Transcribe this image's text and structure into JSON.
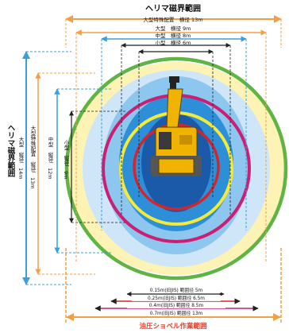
{
  "diagram": {
    "top_title": "ヘリマ磁界範囲",
    "side_title": "ヘリマ磁界範囲",
    "bottom_title": "油圧ショベル作業範囲",
    "horizontal_labels": [
      "大型特殊配置　横径 13m",
      "大型　横径 9m",
      "中型　横径 8m",
      "小型　横径 6m"
    ],
    "vertical_labels": [
      "大型　縦径　14m",
      "大型特殊配置　縦径　13m",
      "中型　縦径　12m",
      "小型　縦径　9m"
    ],
    "work_range_labels": [
      "0.15m(旧JIS) 範囲径 5m",
      "0.25m(旧JIS) 範囲径 6.5m",
      "0.4m(旧JIS) 範囲径 8.5m",
      "0.7m(旧JIS) 範囲径 13m"
    ],
    "colors": {
      "field_large": "#fdf3b4",
      "field_special": "#cfe6f8",
      "field_medium": "#8dc6ee",
      "field_small": "#2e8fd9",
      "core": "#1a5aa8",
      "ring_green": "#5fb445",
      "ring_magenta": "#cc1f73",
      "ring_yellow": "#f3ea3a",
      "ring_red": "#d3262c",
      "arrow_orange": "#f2a047",
      "excavator": "#f0b400"
    }
  }
}
